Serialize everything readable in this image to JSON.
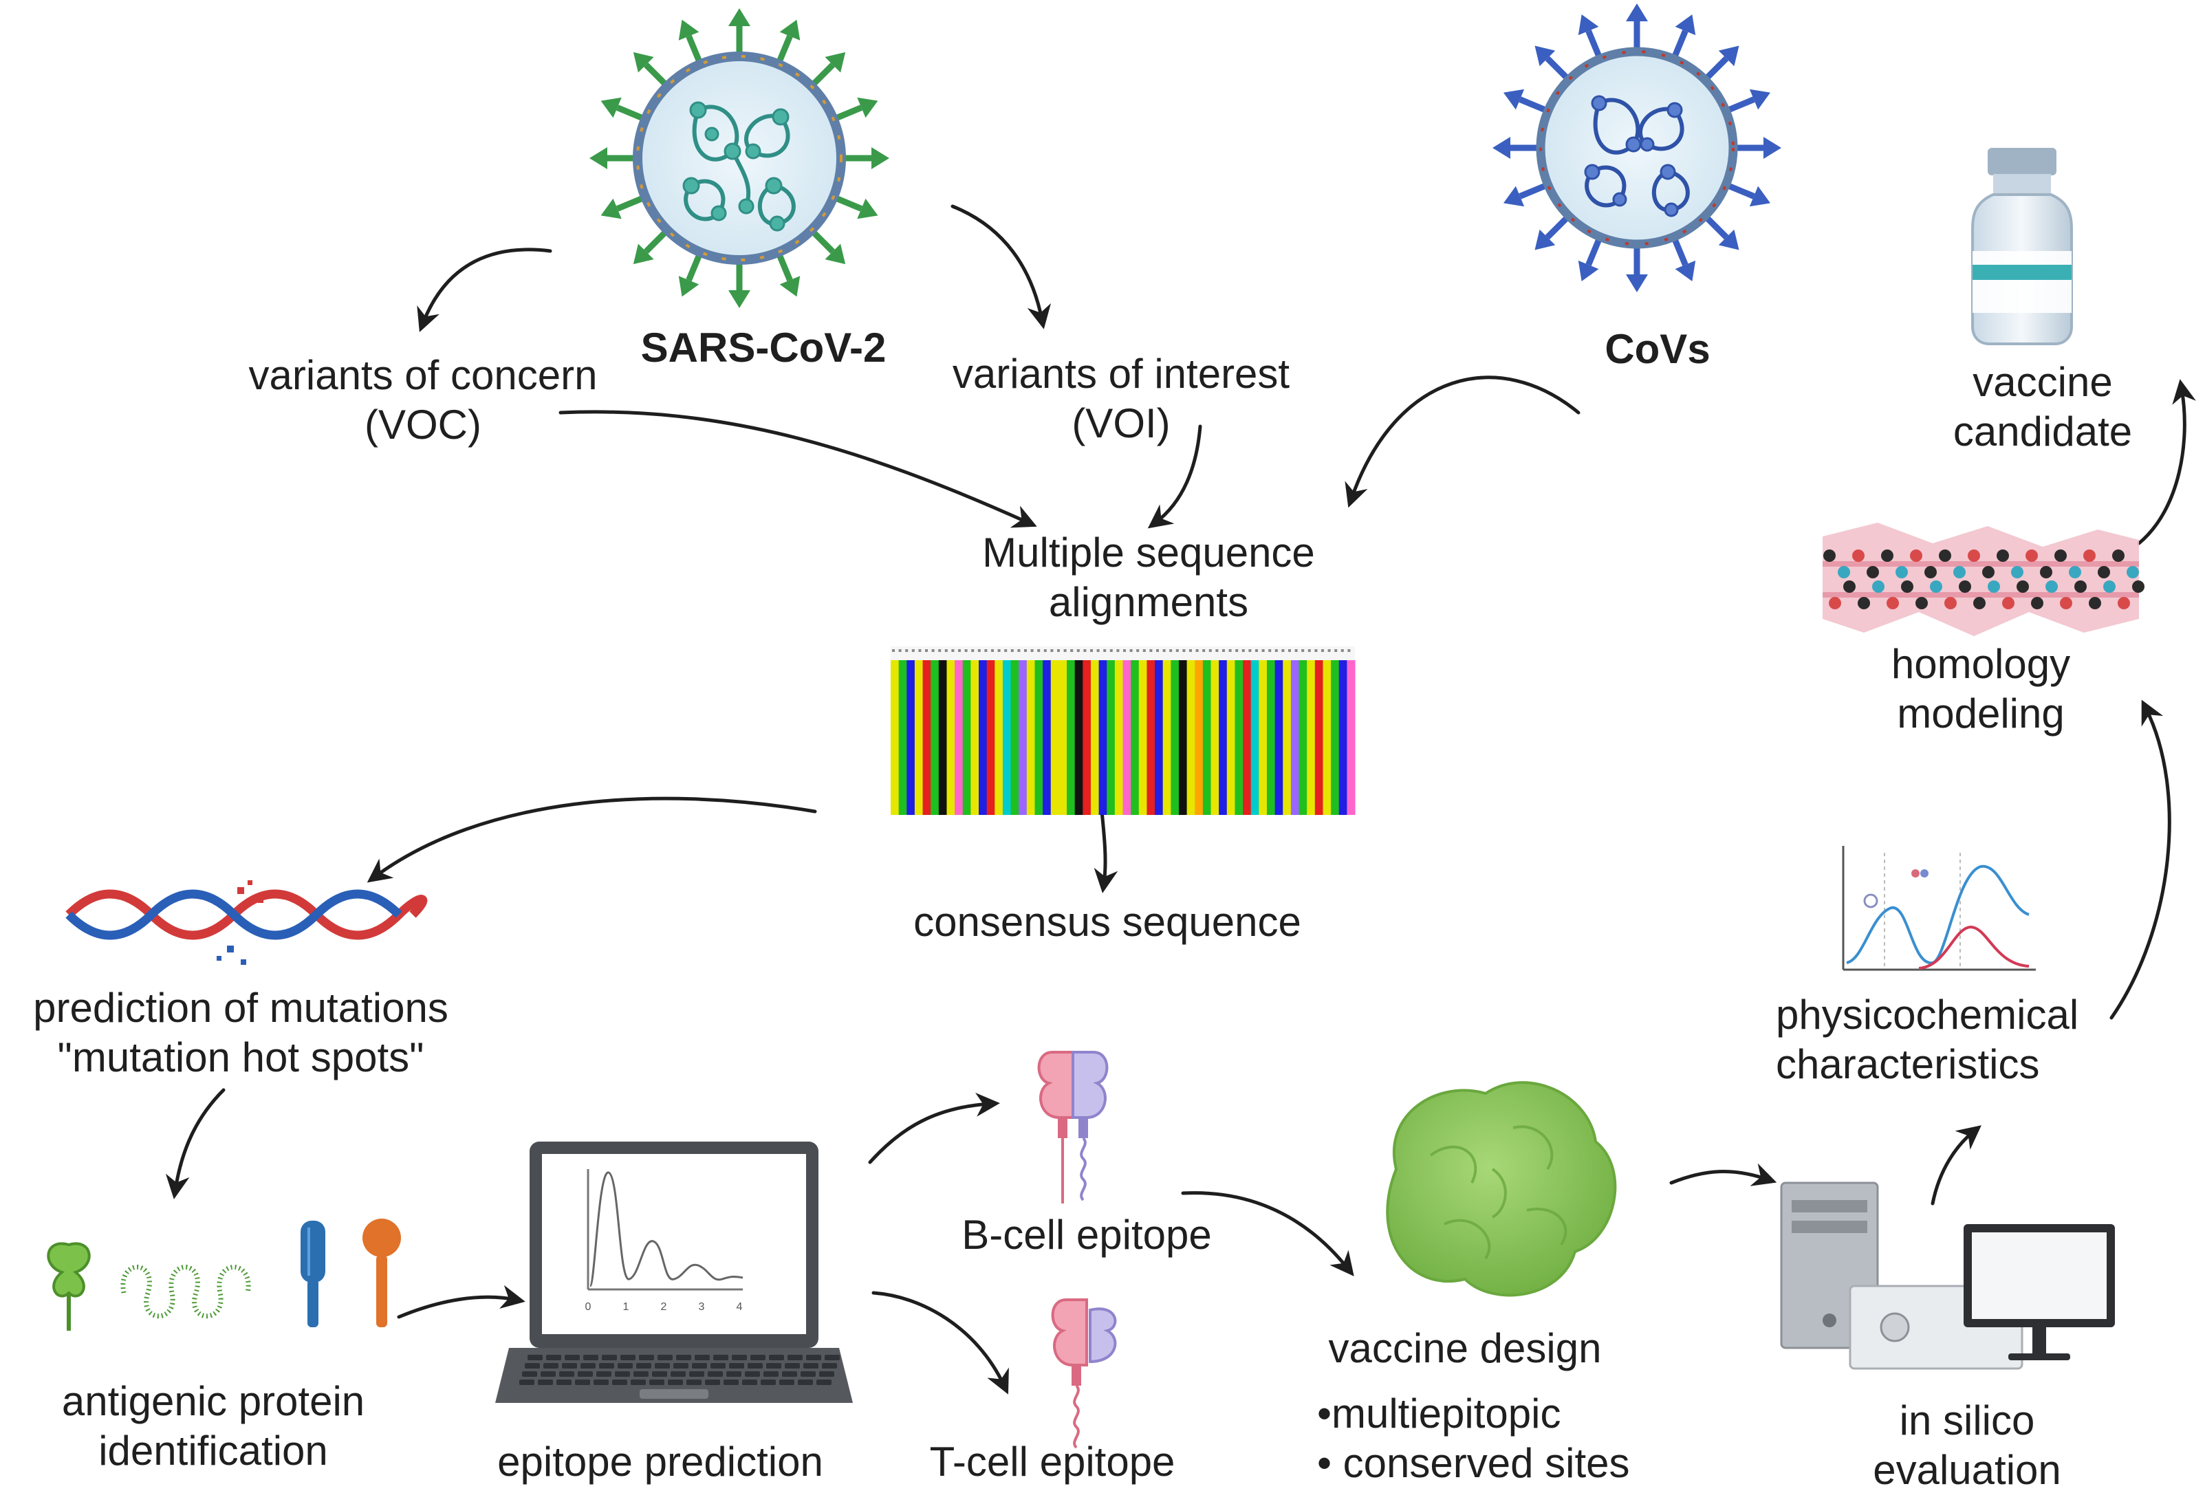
{
  "labels": {
    "sars": "SARS-CoV-2",
    "covs": "CoVs",
    "voc": [
      "variants of concern",
      "(VOC)"
    ],
    "voi": [
      "variants of interest",
      "(VOI)"
    ],
    "msa": [
      "Multiple sequence",
      "alignments"
    ],
    "consensus": "consensus sequence",
    "mutations": [
      "prediction of mutations",
      "\"mutation hot spots\""
    ],
    "antigenic": [
      "antigenic protein",
      "identification"
    ],
    "epitope_prediction": "epitope  prediction",
    "bcell": "B-cell epitope",
    "tcell": "T-cell epitope",
    "vaccine_design": "vaccine design",
    "design_points": [
      "•multiepitopic",
      "• conserved sites"
    ],
    "in_silico": [
      "in silico",
      "evaluation"
    ],
    "physico": [
      "physicochemical",
      "characteristics"
    ],
    "homology": [
      "homology",
      "modeling"
    ],
    "vaccine_candidate": [
      "vaccine",
      "candidate"
    ]
  },
  "laptop_axis_ticks": [
    "0",
    "1",
    "2",
    "3",
    "4"
  ],
  "colors": {
    "sars_spike": "#3a9a4a",
    "covs_spike": "#3a5fc0",
    "dna_red": "#d23a3a",
    "dna_blue": "#2a5fb8",
    "antigen_green": "#6cbf3c",
    "antigen_blue": "#2c6fb0",
    "antigen_orange": "#e0722a",
    "epitope_pink": "#e57a93",
    "epitope_purple": "#9a8fd0",
    "vaccine_green": "#8cc45a",
    "arrow": "#1e1e1e"
  },
  "icons": [
    "sars-cov-2-virus-icon",
    "coronavirus-icon",
    "vaccine-vial-icon",
    "protein-structure-icon",
    "physicochemical-plot-icon",
    "computer-workstation-icon",
    "vaccine-globule-icon",
    "b-cell-epitope-icon",
    "t-cell-epitope-icon",
    "laptop-icon",
    "antigenic-proteins-icon",
    "dna-mutation-icon",
    "sequence-alignment-icon"
  ]
}
